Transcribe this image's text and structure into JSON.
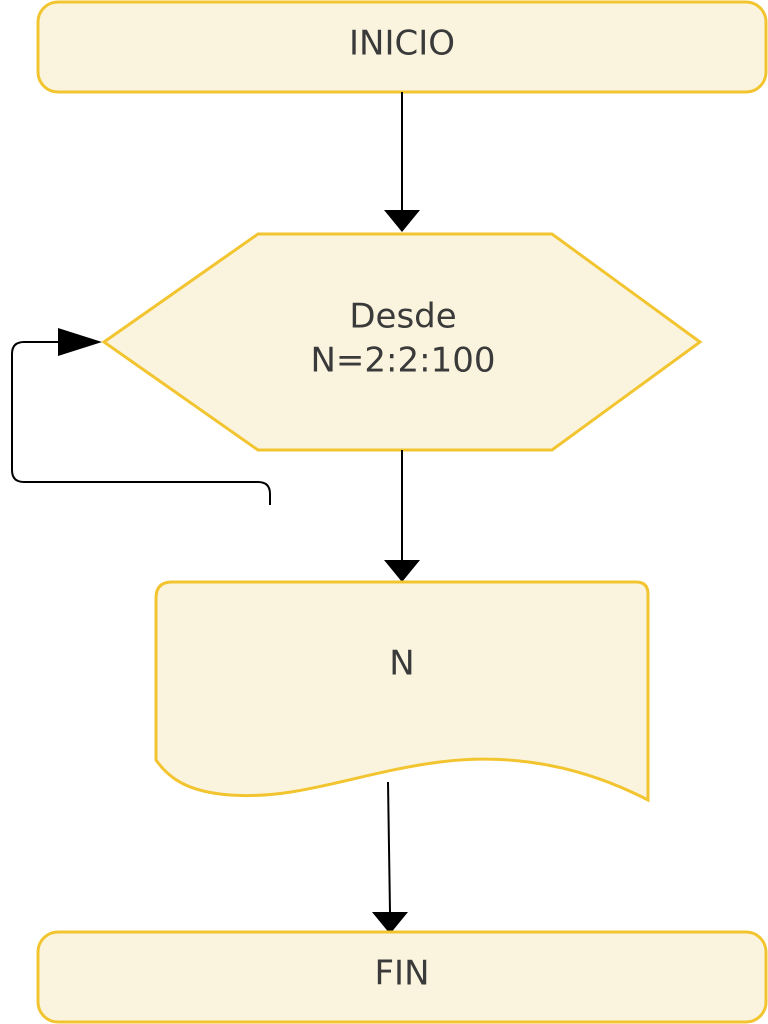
{
  "colors": {
    "node_fill": "#FAF4DE",
    "node_stroke": "#F2C530",
    "line": "#000000",
    "text": "#3a3a3a"
  },
  "nodes": {
    "start": {
      "label": "INICIO"
    },
    "loop": {
      "line1": "Desde",
      "line2": "N=2:2:100"
    },
    "output": {
      "label": "N"
    },
    "end": {
      "label": "FIN"
    }
  }
}
